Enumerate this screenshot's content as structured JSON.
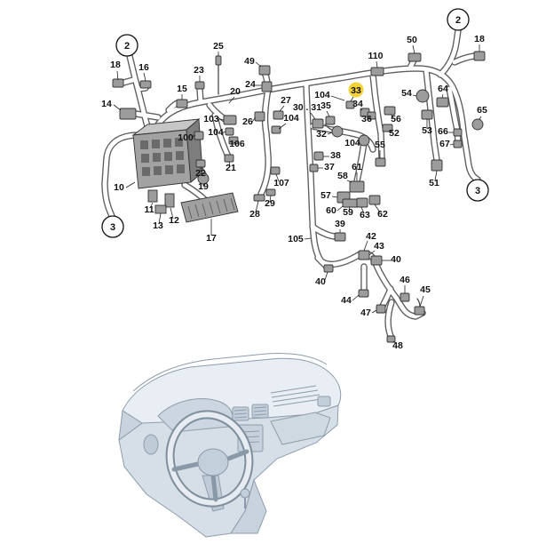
{
  "figure": {
    "connectors": [
      "2",
      "3",
      "2",
      "3"
    ],
    "callouts": [
      "18",
      "16",
      "14",
      "15",
      "23",
      "25",
      "49",
      "24",
      "20",
      "100",
      "103",
      "104",
      "26",
      "106",
      "22",
      "21",
      "19",
      "10",
      "11",
      "12",
      "13",
      "17",
      "28",
      "29",
      "27",
      "104",
      "107",
      "30 . 31",
      "35",
      "32",
      "104",
      "33",
      "34",
      "110",
      "36",
      "56",
      "52",
      "104",
      "55",
      "38",
      "37",
      "58",
      "61",
      "57",
      "60",
      "59",
      "62",
      "63",
      "50",
      "54",
      "64",
      "53",
      "51",
      "18",
      "65",
      "66",
      "67",
      "39",
      "105",
      "42",
      "43",
      "40",
      "40",
      "46",
      "45",
      "44",
      "47",
      "48"
    ],
    "highlighted_callout": "33"
  },
  "colors": {
    "highlight": "#f3d23a",
    "harness_outline": "#5e5e5e",
    "component": "#9c9c9c",
    "dashboard": "#d6dfe8"
  }
}
